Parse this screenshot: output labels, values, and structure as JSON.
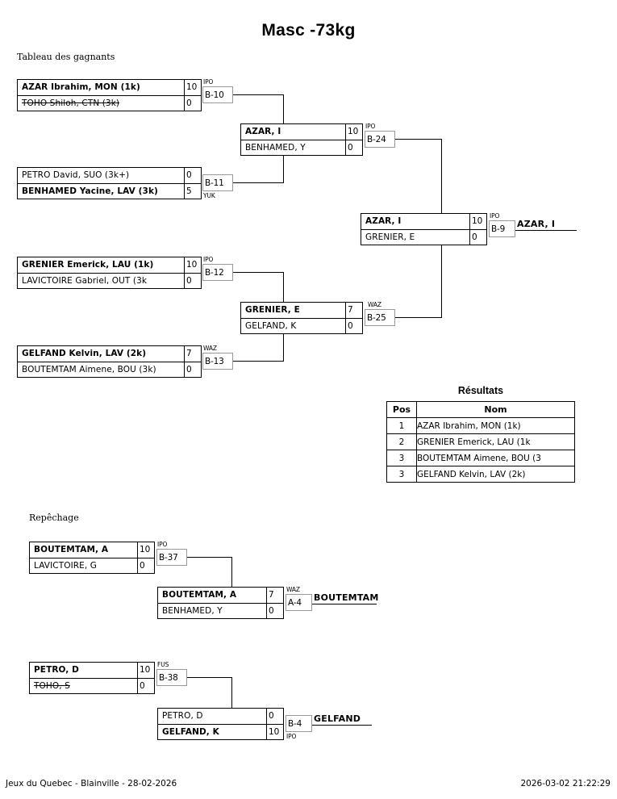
{
  "title": "Masc -73kg",
  "sections": {
    "winners_caption": "Tableau des gagnants",
    "repechage_caption": "Repêchage",
    "results_caption": "Résultats"
  },
  "winners_bracket": {
    "round1": [
      {
        "id": "B-10",
        "tag": "IPO",
        "tag_pos": "above",
        "top": {
          "name": "AZAR Ibrahim, MON  (1k)",
          "score": "10",
          "winner": true,
          "lost": false
        },
        "bottom": {
          "name": "TOHO Shiloh, CTN (3k)",
          "score": "0",
          "winner": false,
          "lost": true
        }
      },
      {
        "id": "B-11",
        "tag": "YUK",
        "tag_pos": "below",
        "top": {
          "name": "PETRO David, SUO (3k+)",
          "score": "0",
          "winner": false,
          "lost": false
        },
        "bottom": {
          "name": "BENHAMED Yacine, LAV (3k)",
          "score": "5",
          "winner": true,
          "lost": false
        }
      },
      {
        "id": "B-12",
        "tag": "IPO",
        "tag_pos": "above",
        "top": {
          "name": "GRENIER Emerick, LAU (1k)",
          "score": "10",
          "winner": true,
          "lost": false
        },
        "bottom": {
          "name": "LAVICTOIRE Gabriel, OUT (3k",
          "score": "0",
          "winner": false,
          "lost": false
        }
      },
      {
        "id": "B-13",
        "tag": "WAZ",
        "tag_pos": "above",
        "top": {
          "name": "GELFAND Kelvin, LAV (2k)",
          "score": "7",
          "winner": true,
          "lost": false
        },
        "bottom": {
          "name": "BOUTEMTAM Aimene, BOU (3k)",
          "score": "0",
          "winner": false,
          "lost": false
        }
      }
    ],
    "semis": [
      {
        "id": "B-24",
        "tag": "IPO",
        "tag_pos": "above",
        "top": {
          "name": "AZAR, I",
          "score": "10",
          "winner": true,
          "lost": false
        },
        "bottom": {
          "name": "BENHAMED, Y",
          "score": "0",
          "winner": false,
          "lost": false
        }
      },
      {
        "id": "B-25",
        "tag": "WAZ",
        "tag_pos": "above",
        "top": {
          "name": "GRENIER, E",
          "score": "7",
          "winner": true,
          "lost": false
        },
        "bottom": {
          "name": "GELFAND, K",
          "score": "0",
          "winner": false,
          "lost": false
        }
      }
    ],
    "final": {
      "id": "B-9",
      "tag": "IPO",
      "tag_pos": "above",
      "top": {
        "name": "AZAR, I",
        "score": "10",
        "winner": true,
        "lost": false
      },
      "bottom": {
        "name": "GRENIER, E",
        "score": "0",
        "winner": false,
        "lost": false
      },
      "winner_label": "AZAR, I"
    }
  },
  "repechage_bracket": {
    "top_group": {
      "round1": {
        "id": "B-37",
        "tag": "IPO",
        "tag_pos": "above",
        "top": {
          "name": "BOUTEMTAM, A",
          "score": "10",
          "winner": true,
          "lost": false
        },
        "bottom": {
          "name": "LAVICTOIRE, G",
          "score": "0",
          "winner": false,
          "lost": false
        }
      },
      "round2": {
        "id": "A-4",
        "tag": "WAZ",
        "tag_pos": "above",
        "top": {
          "name": "BOUTEMTAM, A",
          "score": "7",
          "winner": true,
          "lost": false
        },
        "bottom": {
          "name": "BENHAMED, Y",
          "score": "0",
          "winner": false,
          "lost": false
        },
        "winner_label": "BOUTEMTAM"
      }
    },
    "bottom_group": {
      "round1": {
        "id": "B-38",
        "tag": "FUS",
        "tag_pos": "above",
        "top": {
          "name": "PETRO, D",
          "score": "10",
          "winner": true,
          "lost": false
        },
        "bottom": {
          "name": "TOHO, S",
          "score": "0",
          "winner": false,
          "lost": true
        }
      },
      "round2": {
        "id": "B-4",
        "tag": "IPO",
        "tag_pos": "below",
        "top": {
          "name": "PETRO, D",
          "score": "0",
          "winner": false,
          "lost": false
        },
        "bottom": {
          "name": "GELFAND, K",
          "score": "10",
          "winner": true,
          "lost": false
        },
        "winner_label": "GELFAND"
      }
    }
  },
  "results": {
    "headers": [
      "Pos",
      "Nom"
    ],
    "rows": [
      {
        "pos": "1",
        "nom": "AZAR Ibrahim, MON (1k)"
      },
      {
        "pos": "2",
        "nom": "GRENIER Emerick, LAU (1k"
      },
      {
        "pos": "3",
        "nom": "BOUTEMTAM Aimene, BOU (3"
      },
      {
        "pos": "3",
        "nom": "GELFAND Kelvin, LAV (2k)"
      }
    ]
  },
  "footer": {
    "left": "Jeux du Quebec - Blainville - 28-02-2026",
    "right": "2026-03-02 21:22:29"
  }
}
